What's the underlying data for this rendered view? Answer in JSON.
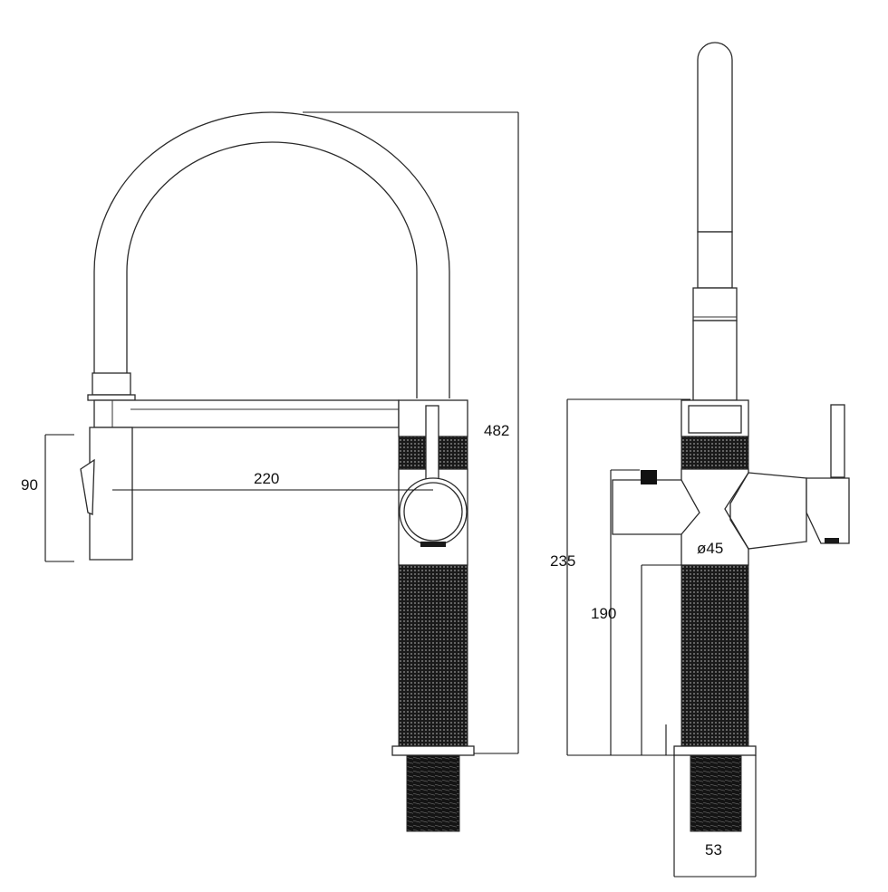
{
  "diagram": {
    "dimensions": {
      "hose_length": "90",
      "reach": "220",
      "total_height": "482",
      "side_height": "235",
      "handle_height": "190",
      "body_diameter": "ø45",
      "base_width": "53"
    }
  },
  "colors": {
    "line": "#2a2a2a",
    "knurl": "#1a1a1a",
    "thread": "#141414",
    "background": "#ffffff"
  }
}
